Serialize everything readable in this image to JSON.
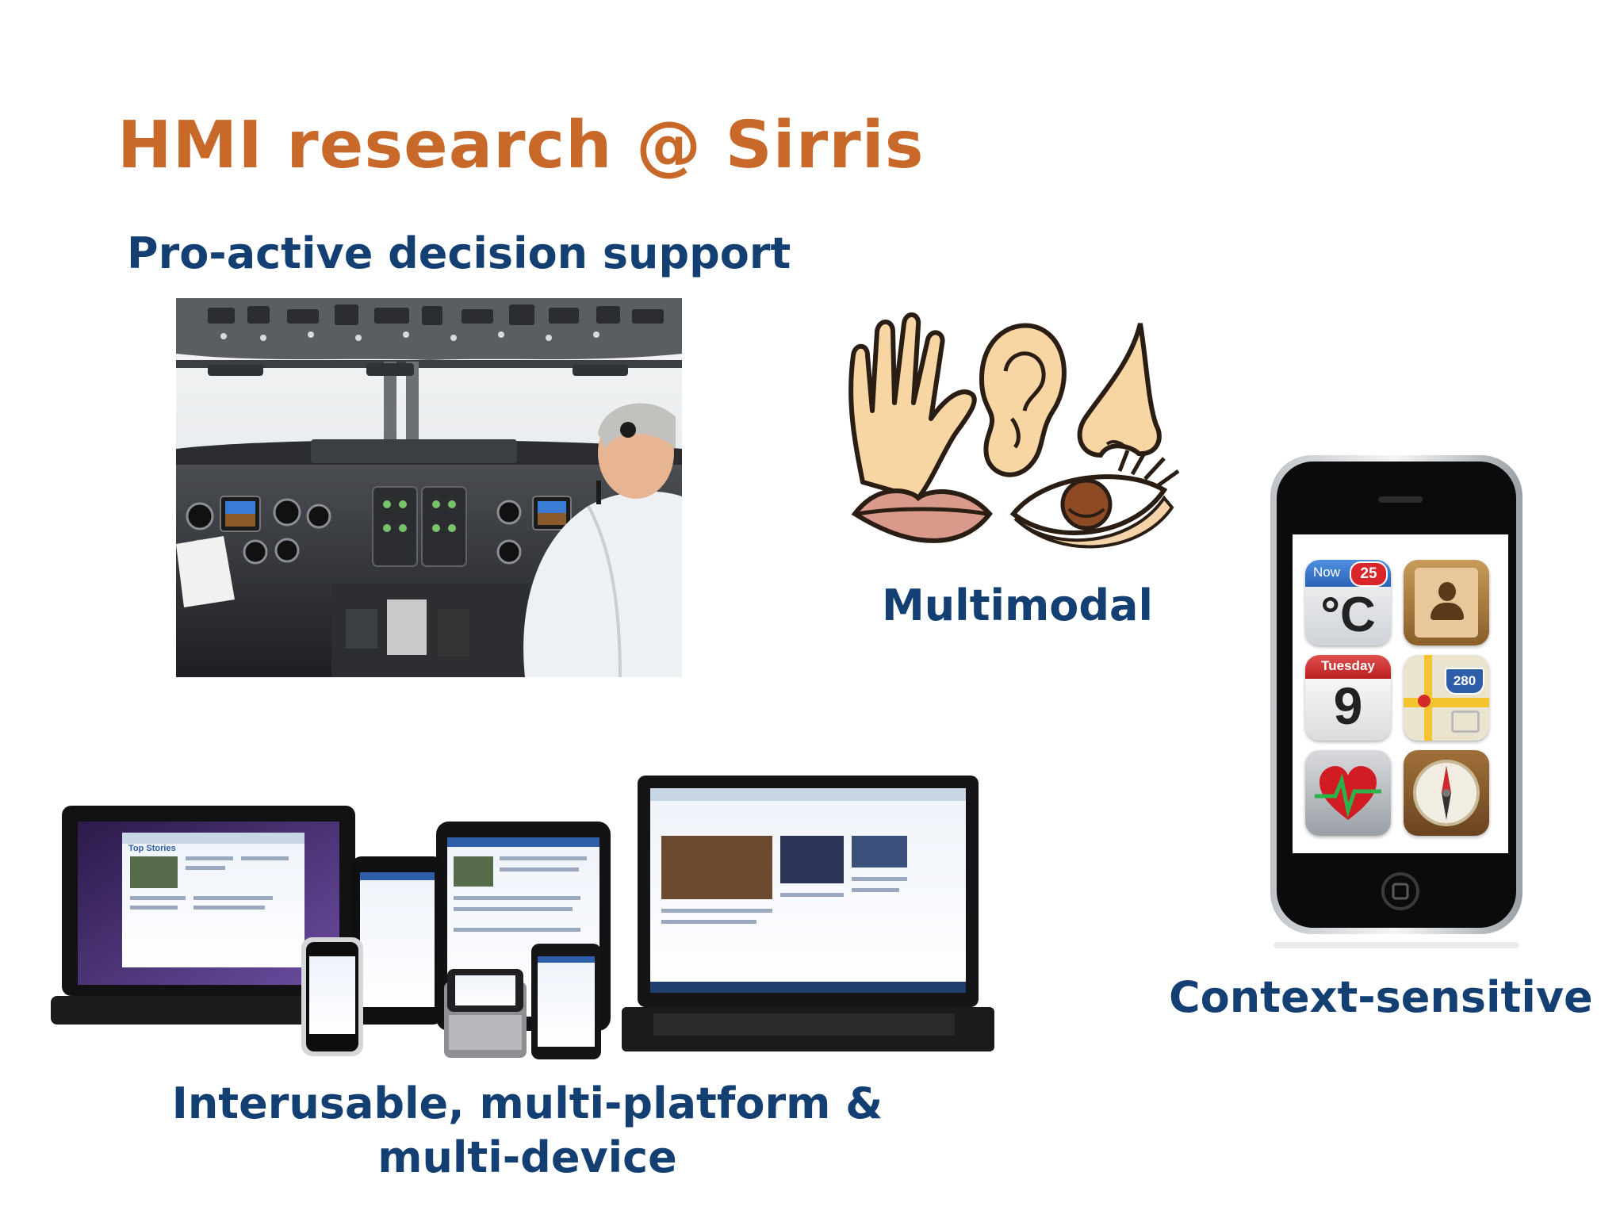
{
  "slide": {
    "title": "HMI research @ Sirris",
    "captions": {
      "proactive": "Pro-active decision support",
      "multimodal": "Multimodal",
      "context": "Context-sensitive",
      "interusable_line1": "Interusable, multi-platform &",
      "interusable_line2": "multi-device"
    }
  },
  "phone_icons": {
    "weather_now": "Now",
    "weather_badge": "25",
    "weather_unit": "°C",
    "calendar_day": "Tuesday",
    "calendar_date": "9",
    "map_route": "280"
  },
  "screens": {
    "top_stories": "Top Stories"
  },
  "icons": [
    "hand-icon",
    "ear-icon",
    "nose-icon",
    "lips-icon",
    "eye-icon",
    "contacts-icon",
    "heart-monitor-icon",
    "compass-icon"
  ],
  "colors": {
    "title": "#c8692a",
    "caption": "#133f73"
  }
}
